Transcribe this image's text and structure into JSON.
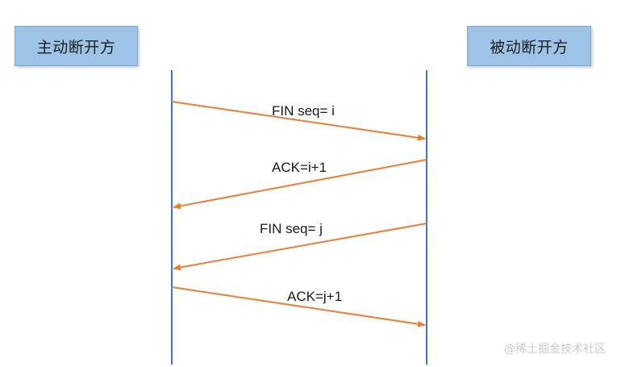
{
  "actors": {
    "left": "主动断开方",
    "right": "被动断开方"
  },
  "messages": [
    {
      "label": "FIN seq= i",
      "from": "left",
      "to": "right"
    },
    {
      "label": "ACK=i+1",
      "from": "right",
      "to": "left"
    },
    {
      "label": "FIN seq= j",
      "from": "right",
      "to": "left"
    },
    {
      "label": "ACK=j+1",
      "from": "left",
      "to": "right"
    }
  ],
  "colors": {
    "lifeline": "#4472c4",
    "arrow": "#ed7d31",
    "actor_fill": "#9dc3e6"
  },
  "watermark": "@稀土掘金技术社区"
}
